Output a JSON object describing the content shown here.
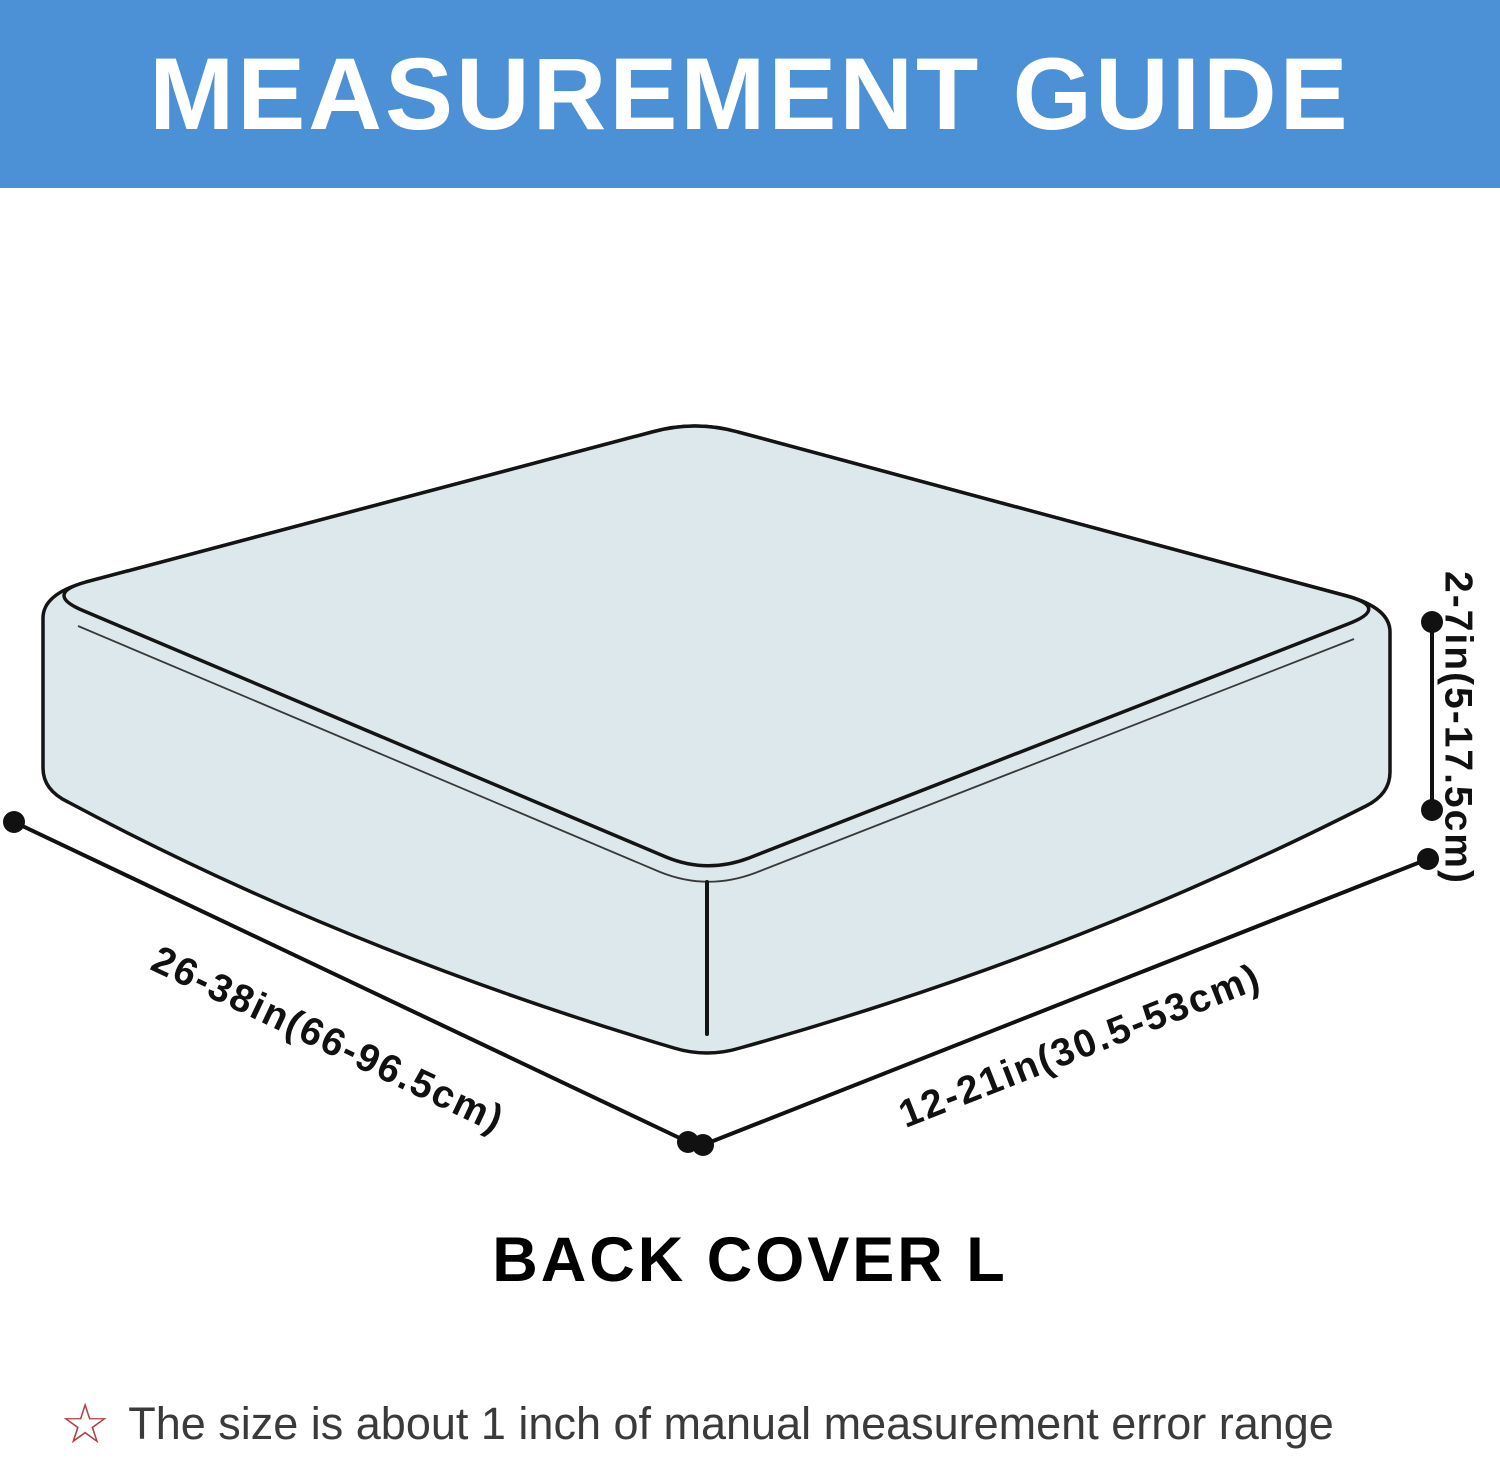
{
  "header": {
    "title": "MEASUREMENT GUIDE"
  },
  "diagram": {
    "product_label": "BACK COVER L",
    "dimensions": {
      "width_label": "26-38in(66-96.5cm)",
      "depth_label": "12-21in(30.5-53cm)",
      "height_label": "2-7in(5-17.5cm)"
    },
    "colors": {
      "banner_blue": "#4c90d6",
      "banner_text": "#ffffff",
      "cushion_fill": "#dce8eb",
      "outline_black": "#141414",
      "star_red": "#b34040"
    }
  },
  "footnote": {
    "star_glyph": "☆",
    "text": "The size is about 1 inch of manual measurement error range"
  }
}
